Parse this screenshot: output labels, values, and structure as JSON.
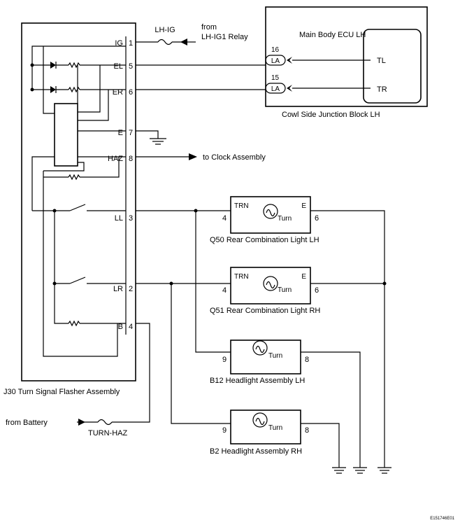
{
  "assembly": {
    "name": "J30 Turn Signal Flasher Assembly",
    "pins": [
      {
        "label": "IG",
        "num": "1"
      },
      {
        "label": "EL",
        "num": "5"
      },
      {
        "label": "ER",
        "num": "6"
      },
      {
        "label": "E",
        "num": "7"
      },
      {
        "label": "HAZ",
        "num": "8"
      },
      {
        "label": "LL",
        "num": "3"
      },
      {
        "label": "LR",
        "num": "2"
      },
      {
        "label": "B",
        "num": "4"
      }
    ]
  },
  "fuses": {
    "lhig": "LH-IG",
    "turnhaz": "TURN-HAZ"
  },
  "sources": {
    "relay_from": "from",
    "relay_name": "LH-IG1 Relay",
    "battery": "from Battery",
    "clock": "to Clock Assembly"
  },
  "junction_block": {
    "name": "Cowl Side Junction Block LH",
    "ecu": "Main Body ECU LH",
    "connector_label": "LA",
    "conn1_pin": "16",
    "conn2_pin": "15",
    "signal1": "TL",
    "signal2": "TR"
  },
  "lights": [
    {
      "name": "Q50 Rear Combination Light LH",
      "left_tag": "TRN",
      "right_tag": "E",
      "bulb": "Turn",
      "pin_left": "4",
      "pin_right": "6"
    },
    {
      "name": "Q51 Rear Combination Light RH",
      "left_tag": "TRN",
      "right_tag": "E",
      "bulb": "Turn",
      "pin_left": "4",
      "pin_right": "6"
    },
    {
      "name": "B12 Headlight Assembly LH",
      "left_tag": "",
      "right_tag": "",
      "bulb": "Turn",
      "pin_left": "9",
      "pin_right": "8"
    },
    {
      "name": "B2 Headlight Assembly RH",
      "left_tag": "",
      "right_tag": "",
      "bulb": "Turn",
      "pin_left": "9",
      "pin_right": "8"
    }
  ],
  "figure_code": "E151746E01"
}
